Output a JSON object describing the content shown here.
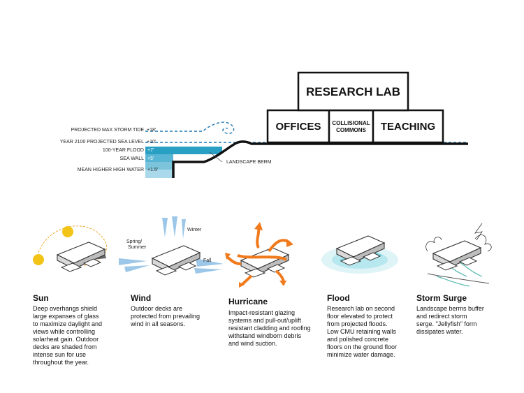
{
  "section": {
    "levels": [
      {
        "id": "max-storm-tide",
        "label": "PROJECTED MAX STORM TIDE",
        "value": "+18'"
      },
      {
        "id": "year-2100",
        "label": "YEAR 2100 PROJECTED SEA LEVEL",
        "value": "+10'"
      },
      {
        "id": "flood-100",
        "label": "100-YEAR FLOOD",
        "value": "+7'"
      },
      {
        "id": "sea-wall",
        "label": "SEA WALL",
        "value": "+5'"
      },
      {
        "id": "mhhw",
        "label": "MEAN HIGHER HIGH WATER",
        "value": "+1.5'"
      }
    ],
    "berm_label": "LANDSCAPE BERM",
    "blocks": {
      "research_lab": "RESEARCH LAB",
      "offices": "OFFICES",
      "collisional_line1": "COLLISIONAL",
      "collisional_line2": "COMMONS",
      "teaching": "TEACHING"
    },
    "colors": {
      "water_dark": "#2a9fc4",
      "water_mid": "#58b5d3",
      "water_light": "#9fd3e6",
      "storm_line": "#1f77b4"
    }
  },
  "cards": [
    {
      "id": "sun",
      "title": "Sun",
      "text": [
        "Deep overhangs shield",
        "large expanses of glass",
        "to maximize daylight and",
        "views while controlling",
        "solarheat gain. Outdoor",
        "decks are shaded from",
        "intense sun for use",
        "throughout the year."
      ]
    },
    {
      "id": "wind",
      "title": "Wind",
      "text": [
        "Outdoor decks are",
        "protected from prevailing",
        "wind in all seasons."
      ],
      "labels": {
        "spring_summer_1": "Spring/",
        "spring_summer_2": "Summer",
        "winter": "Winter",
        "fall": "Fall"
      }
    },
    {
      "id": "hurricane",
      "title": "Hurricane",
      "text": [
        "Impact-resistant glazing",
        "systems and pull-out/uplift",
        "resistant cladding and roofing",
        "withstand windborn debris",
        "and wind suction."
      ]
    },
    {
      "id": "flood",
      "title": "Flood",
      "text": [
        "Research lab on second",
        "floor elevated to protect",
        "from projected floods.",
        "Low CMU retaining walls",
        "and polished concrete",
        "floors on the ground floor",
        "minimize water damage."
      ]
    },
    {
      "id": "storm-surge",
      "title": "Storm Surge",
      "text": [
        "Landscape berms buffer",
        "and redirect storm",
        "serge. \"Jellyfish\" form",
        "dissipates water."
      ]
    }
  ],
  "icon_colors": {
    "sun": "#f2c418",
    "wind": "#9cc7e8",
    "hurricane": "#f07a1c",
    "flood": "#7fd8e2",
    "surge": "#55b9b0"
  }
}
